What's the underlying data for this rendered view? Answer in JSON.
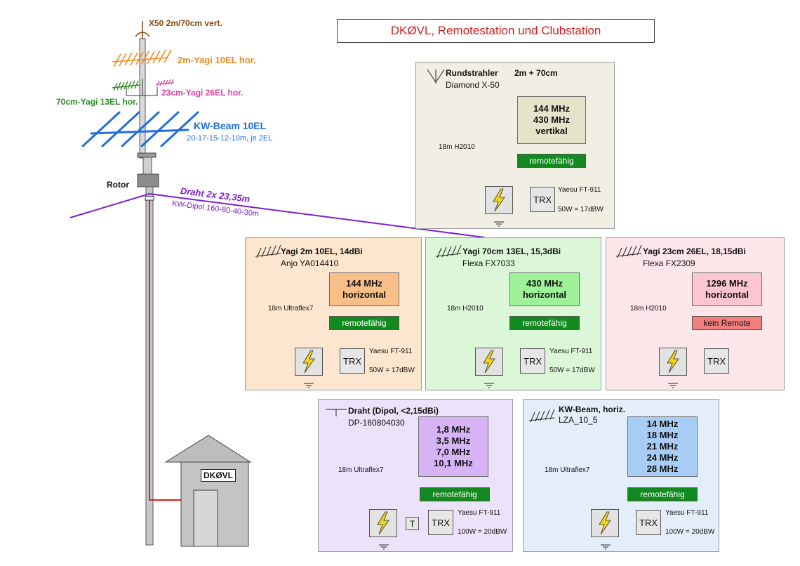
{
  "header": {
    "title": "DKØVL, Remotestation und Clubstation"
  },
  "mast": {
    "x50": "X50 2m/70cm vert.",
    "yagi_2m": "2m-Yagi 10EL hor.",
    "yagi_23cm": "23cm-Yagi 26EL hor.",
    "yagi_70cm": "70cm-Yagi 13EL hor.",
    "kw_beam_title": "KW-Beam 10EL",
    "kw_beam_sub": "20-17-15-12-10m, je 2EL",
    "rotor": "Rotor",
    "wire_title": "Draht 2x 23,35m",
    "wire_sub": "KW-Dipol 160-80-40-30m",
    "house_label": "DKØVL"
  },
  "colors": {
    "brown": "#8b4513",
    "orange": "#f08a1c",
    "magenta": "#e0409e",
    "green": "#2e8b22",
    "blue": "#1f6fe0",
    "purple": "#7b1fd1",
    "red": "#e01c1c",
    "remote_green": "#138a1f",
    "remote_red": "#f27f7f"
  },
  "icons": [
    "antenna-icon",
    "lightning-arrester-icon",
    "ground-icon",
    "tuner-icon"
  ],
  "panels": [
    {
      "key": "x50",
      "title1": "Rundstrahler",
      "title2": "2m + 70cm",
      "model": "Diamond X-50",
      "freq": [
        "144 MHz",
        "430 MHz",
        "vertikal"
      ],
      "remote": "remotefähig",
      "remote_ok": true,
      "cable": "18m H2010",
      "trx": "TRX",
      "radio": "Yaesu FT-911",
      "power": "50W = 17dBW"
    },
    {
      "key": "yagi2m",
      "title1": "Yagi 2m 10EL, 14dBi",
      "title2": "",
      "model": "Anjo YA014410",
      "freq": [
        "144 MHz",
        "horizontal"
      ],
      "remote": "remotefähig",
      "remote_ok": true,
      "cable": "18m Ultraflex7",
      "trx": "TRX",
      "radio": "Yaesu FT-911",
      "power": "50W = 17dBW"
    },
    {
      "key": "yagi70",
      "title1": "Yagi 70cm 13EL, 15,3dBi",
      "title2": "",
      "model": "Flexa FX7033",
      "freq": [
        "430 MHz",
        "horizontal"
      ],
      "remote": "remotefähig",
      "remote_ok": true,
      "cable": "18m H2010",
      "trx": "TRX",
      "radio": "Yaesu FT-911",
      "power": "50W = 17dBW"
    },
    {
      "key": "yagi23",
      "title1": "Yagi 23cm 26EL, 18,15dBi",
      "title2": "",
      "model": "Flexa FX2309",
      "freq": [
        "1296 MHz",
        "horizontal"
      ],
      "remote": "kein Remote",
      "remote_ok": false,
      "cable": "18m H2010",
      "trx": "TRX",
      "radio": "",
      "power": ""
    },
    {
      "key": "dipol",
      "title1": "Draht (Dipol, <2,15dBi)",
      "title2": "",
      "model": "DP-160804030",
      "freq": [
        "1,8 MHz",
        "3,5 MHz",
        "7,0 MHz",
        "10,1 MHz"
      ],
      "remote": "remotefähig",
      "remote_ok": true,
      "cable": "18m Ultraflex7",
      "trx": "TRX",
      "tuner": "T",
      "radio": "Yaesu FT-911",
      "power": "100W = 20dBW"
    },
    {
      "key": "kwbeam",
      "title1": "KW-Beam, horiz.",
      "title2": "",
      "model": "LZA_10_5",
      "freq": [
        "14 MHz",
        "18 MHz",
        "21 MHz",
        "24 MHz",
        "28 MHz"
      ],
      "remote": "remotefähig",
      "remote_ok": true,
      "cable": "18m Ultraflex7",
      "trx": "TRX",
      "radio": "Yaesu FT-911",
      "power": "100W = 20dBW"
    }
  ]
}
